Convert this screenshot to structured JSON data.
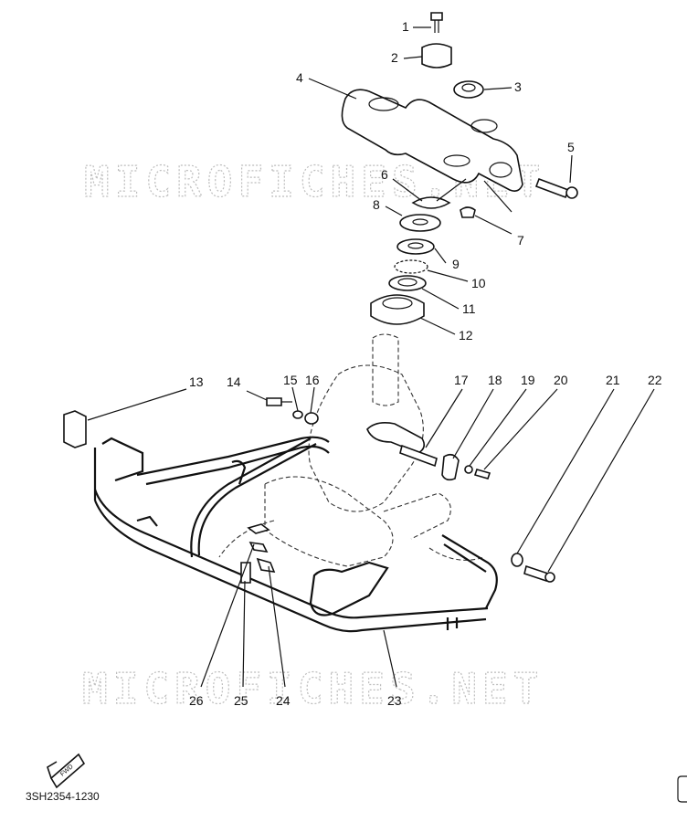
{
  "diagram": {
    "part_numbers": [
      "1",
      "2",
      "3",
      "4",
      "5",
      "6",
      "7",
      "8",
      "9",
      "10",
      "11",
      "12",
      "13",
      "14",
      "15",
      "16",
      "17",
      "18",
      "19",
      "20",
      "21",
      "22",
      "23",
      "24",
      "25",
      "26"
    ],
    "watermarks": [
      "MICROFICHES.NET",
      "MICROFICHES.NET"
    ],
    "drawing_code": "3SH2354-1230",
    "fwd_label": "FWD"
  }
}
